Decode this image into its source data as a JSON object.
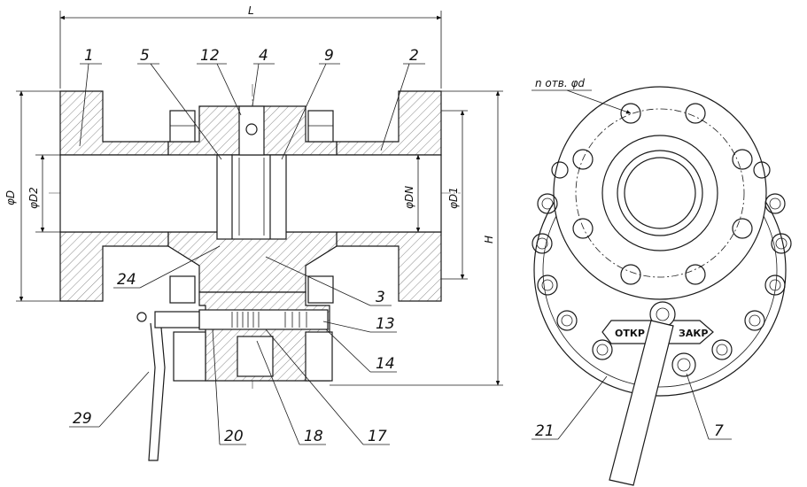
{
  "labels": {
    "l": "L",
    "h": "H",
    "d": "φD",
    "d2": "φD2",
    "dn": "φDN",
    "d1": "φD1",
    "holes": "n отв. φd",
    "parts": [
      "1",
      "5",
      "12",
      "4",
      "9",
      "2",
      "24",
      "3",
      "13",
      "14",
      "29",
      "20",
      "18",
      "17",
      "21",
      "7"
    ]
  },
  "plate": {
    "open": "ОТКР",
    "close": "ЗАКР"
  }
}
